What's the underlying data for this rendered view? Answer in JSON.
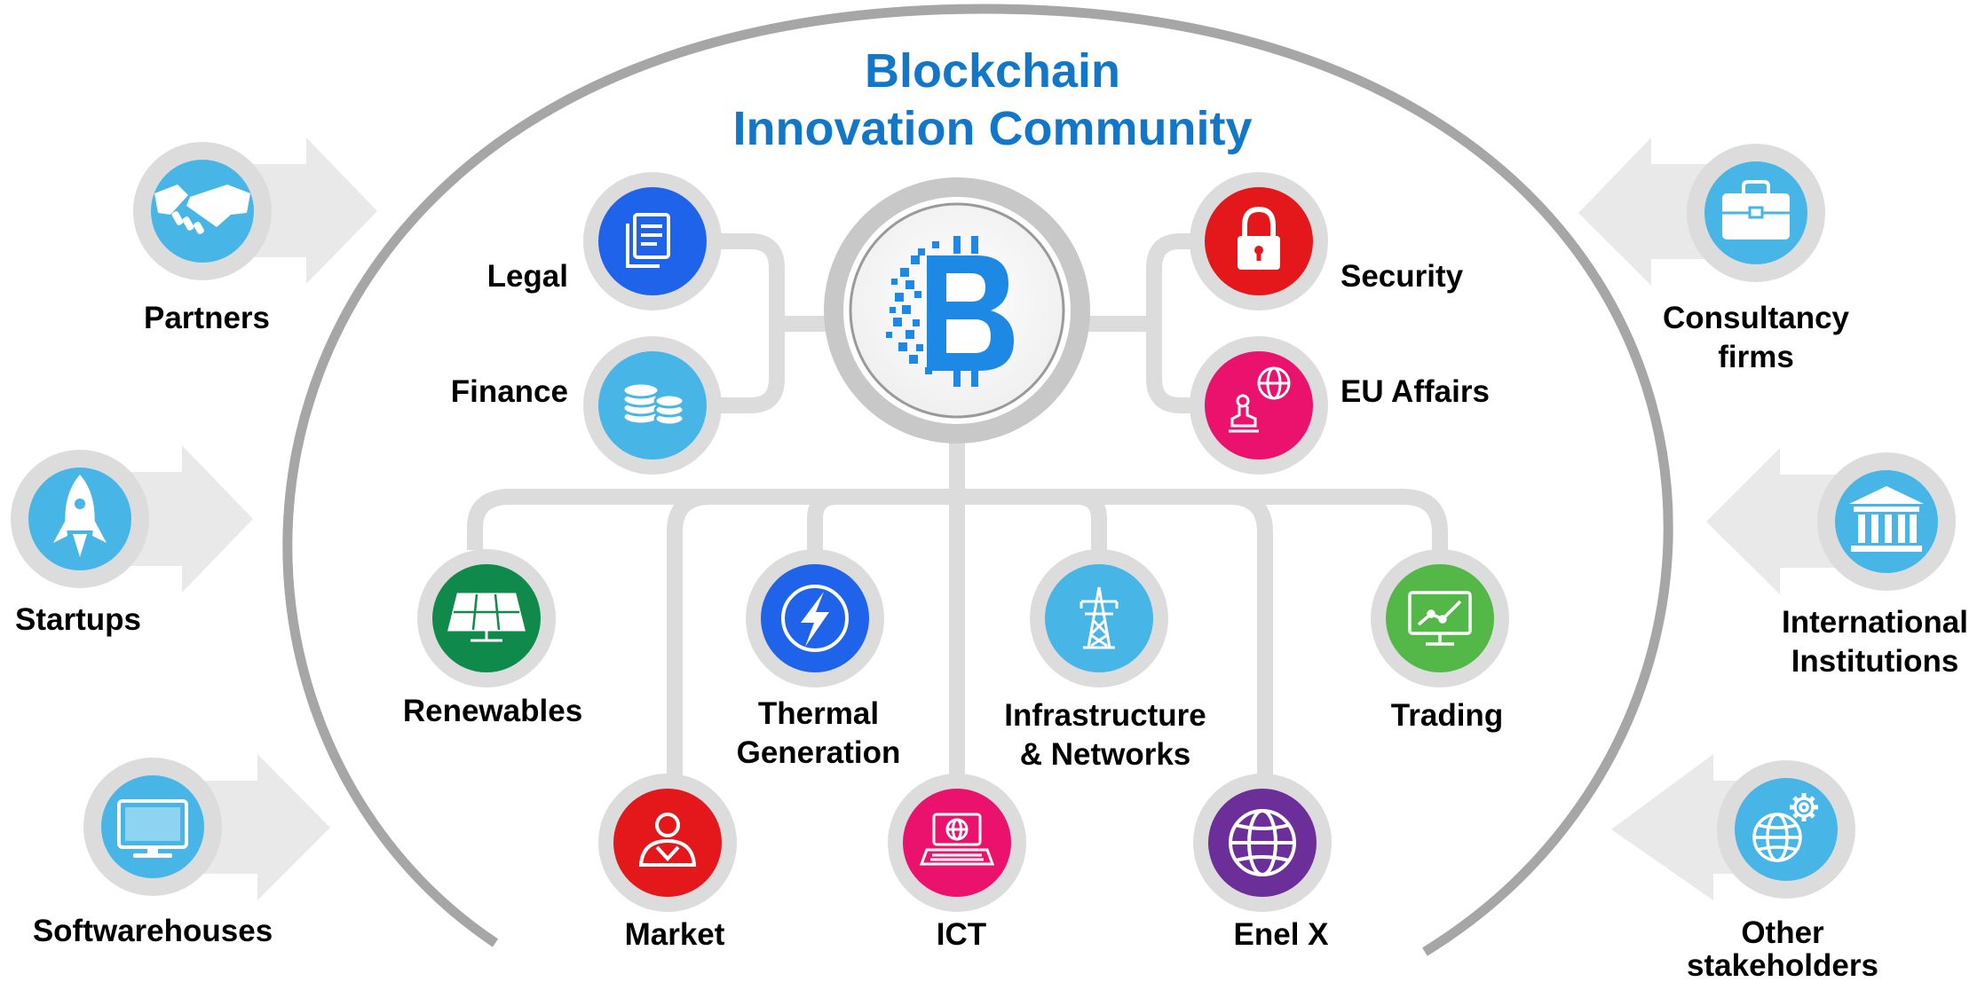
{
  "title": {
    "line1": "Blockchain",
    "line2": "Innovation Community"
  },
  "core": {
    "icon": "blockchain-b-icon"
  },
  "units": {
    "legal": {
      "label": "Legal",
      "icon": "documents-icon",
      "color": "#1f63ea"
    },
    "finance": {
      "label": "Finance",
      "icon": "coin-stack-icon",
      "color": "#47b6e6"
    },
    "security": {
      "label": "Security",
      "icon": "padlock-icon",
      "color": "#e4181a"
    },
    "eu_affairs": {
      "label": "EU Affairs",
      "icon": "stamp-globe-icon",
      "color": "#ea126c"
    },
    "renewables": {
      "label": "Renewables",
      "icon": "solar-panel-icon",
      "color": "#0f8a4b"
    },
    "market": {
      "label": "Market",
      "icon": "person-icon",
      "color": "#e4181a"
    },
    "thermal": {
      "line1": "Thermal",
      "line2": "Generation",
      "icon": "lightning-icon",
      "color": "#1f63ea"
    },
    "ict": {
      "label": "ICT",
      "icon": "laptop-globe-icon",
      "color": "#ea126c"
    },
    "infrastructure": {
      "line1": "Infrastructure",
      "line2": "& Networks",
      "icon": "power-pylon-icon",
      "color": "#47b6e6"
    },
    "enel_x": {
      "label": "Enel X",
      "icon": "globe-icon",
      "color": "#6c2f9a"
    },
    "trading": {
      "label": "Trading",
      "icon": "chart-monitor-icon",
      "color": "#54b848"
    }
  },
  "stakeholders": {
    "partners": {
      "label": "Partners",
      "icon": "handshake-icon"
    },
    "startups": {
      "label": "Startups",
      "icon": "rocket-icon"
    },
    "softwarehouses": {
      "label": "Softwarehouses",
      "icon": "monitor-icon"
    },
    "consultancy": {
      "line1": "Consultancy",
      "line2": "firms",
      "icon": "briefcase-icon"
    },
    "international": {
      "line1": "International",
      "line2": "Institutions",
      "icon": "institution-building-icon"
    },
    "other": {
      "line1": "Other",
      "line2": "stakeholders",
      "icon": "globe-gear-icon"
    }
  },
  "colors": {
    "title": "#1277c9",
    "stakeholder_circle": "#47b6e6",
    "connector": "#dcdcdc",
    "ring": "#d9d9d9",
    "arc": "#a6a6a6",
    "arrow": "#e9e9e9",
    "core_ring": "#c8c8c8"
  }
}
